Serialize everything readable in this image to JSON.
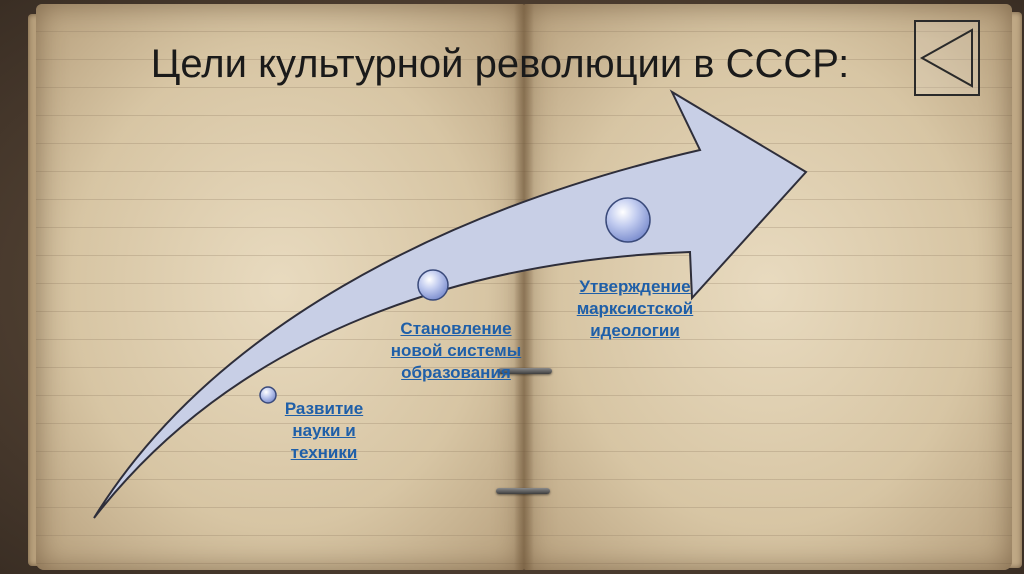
{
  "slide": {
    "title": "Цели культурной революции в СССР:"
  },
  "navigation": {
    "back_icon": "triangle-left-icon"
  },
  "diagram": {
    "arrow_color": "#c8cfe6",
    "arrow_stroke": "#2e2e3a",
    "bubble_color": "#a9b6e2",
    "link_color": "#1f5fa8",
    "goals": [
      {
        "label": "Развитие науки и техники"
      },
      {
        "label": "Становление новой системы образования"
      },
      {
        "label": "Утверждение марксистской идеологии"
      }
    ]
  }
}
